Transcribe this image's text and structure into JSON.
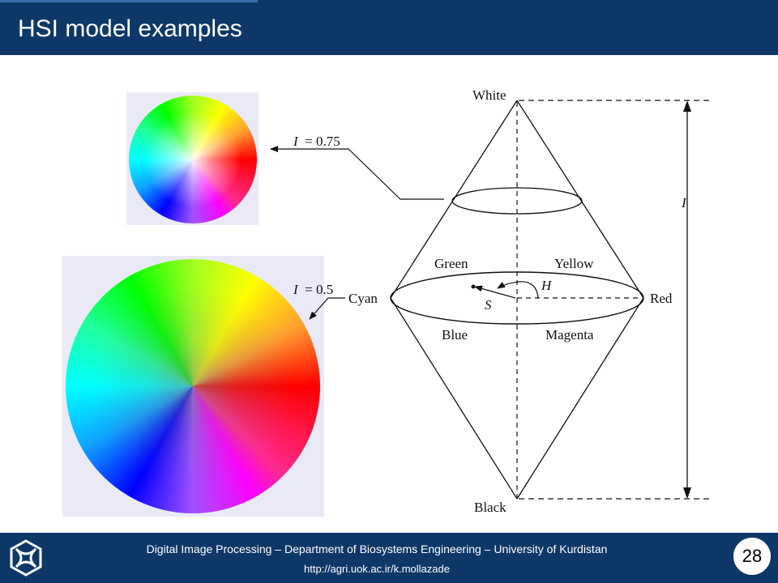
{
  "slide": {
    "title": "HSI model examples",
    "page_number": "28"
  },
  "diagram": {
    "vertices": {
      "top": "White",
      "bottom": "Black",
      "left": "Cyan",
      "right": "Red"
    },
    "hues": {
      "upper_left": "Green",
      "upper_right": "Yellow",
      "lower_left": "Blue",
      "lower_right": "Magenta"
    },
    "axis_label": "I",
    "hue_label": "H",
    "saturation_label": "S",
    "intensity_levels": [
      {
        "symbol": "I",
        "value": "= 0.75"
      },
      {
        "symbol": "I",
        "value": "= 0.5"
      }
    ]
  },
  "footer": {
    "line1": "Digital Image Processing – Department of Biosystems Engineering – University of Kurdistan",
    "line2": "http://agri.uok.ac.ir/k.mollazade"
  },
  "colors": {
    "header_bg": "#0d3868",
    "footer_bg": "#0d3868",
    "disc_background": "#eaeaf7"
  }
}
